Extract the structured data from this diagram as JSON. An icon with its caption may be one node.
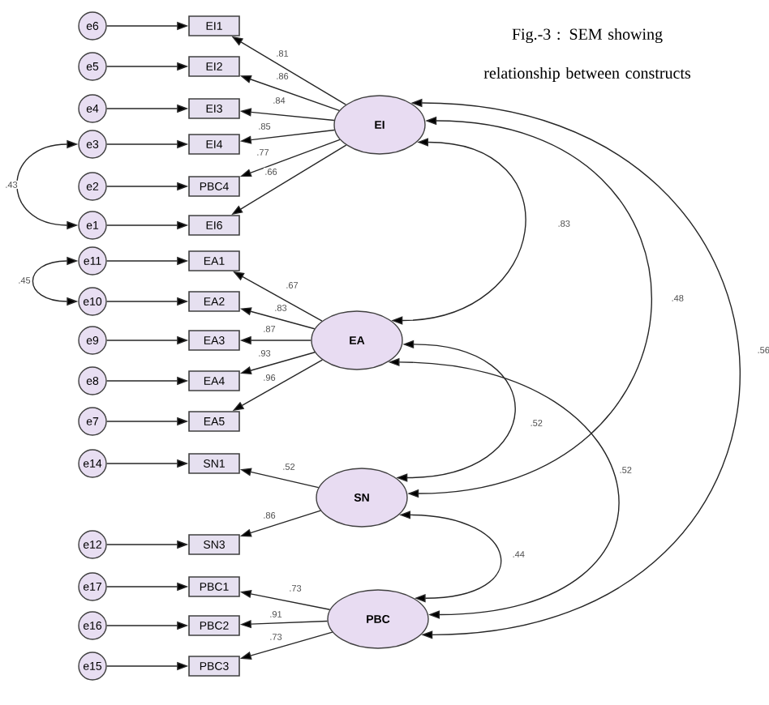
{
  "diagram": {
    "title": "Fig.-3 : SEM showing relationship between constructs",
    "nodes": [
      {
        "text": [
          "e6"
        ]
      },
      {
        "text": [
          "EI1"
        ]
      },
      {
        "text": [
          "e5"
        ]
      },
      {
        "text": [
          "EI2"
        ]
      },
      {
        "text": [
          "e4"
        ]
      },
      {
        "text": [
          "EI3"
        ]
      },
      {
        "text": [
          "e3"
        ]
      },
      {
        "text": [
          "EI4"
        ]
      },
      {
        "text": [
          "e2"
        ]
      },
      {
        "text": [
          "PBC4"
        ]
      },
      {
        "text": [
          "e1"
        ]
      },
      {
        "text": [
          "EI6"
        ]
      },
      {
        "text": [
          "e11"
        ]
      },
      {
        "text": [
          "EA1"
        ]
      },
      {
        "text": [
          "e10"
        ]
      },
      {
        "text": [
          "EA2"
        ]
      },
      {
        "text": [
          "e9"
        ]
      },
      {
        "text": [
          "EA3"
        ]
      },
      {
        "text": [
          "e8"
        ]
      },
      {
        "text": [
          "EA4"
        ]
      },
      {
        "text": [
          "e7"
        ]
      },
      {
        "text": [
          "EA5"
        ]
      },
      {
        "text": [
          "e14"
        ]
      },
      {
        "text": [
          "SN1"
        ]
      },
      {
        "text": [
          "e12"
        ]
      },
      {
        "text": [
          "SN3"
        ]
      },
      {
        "text": [
          "e17"
        ]
      },
      {
        "text": [
          "PBC1"
        ]
      },
      {
        "text": [
          "e16"
        ]
      },
      {
        "text": [
          "PBC2"
        ]
      },
      {
        "text": [
          "e15"
        ]
      },
      {
        "text": [
          "PBC3"
        ]
      },
      {
        "text": [
          "EI"
        ]
      },
      {
        "text": [
          "EA"
        ]
      },
      {
        "text": [
          "SN"
        ]
      },
      {
        "text": [
          "PBC"
        ]
      }
    ],
    "edges": [
      {
        "from": 0,
        "to": 1,
        "arrow": "to"
      },
      {
        "from": 2,
        "to": 3,
        "arrow": "to"
      },
      {
        "from": 4,
        "to": 5,
        "arrow": "to"
      },
      {
        "from": 6,
        "to": 7,
        "arrow": "to"
      },
      {
        "from": 8,
        "to": 9,
        "arrow": "to"
      },
      {
        "from": 10,
        "to": 11,
        "arrow": "to"
      },
      {
        "from": 12,
        "to": 13,
        "arrow": "to"
      },
      {
        "from": 14,
        "to": 15,
        "arrow": "to"
      },
      {
        "from": 16,
        "to": 17,
        "arrow": "to"
      },
      {
        "from": 18,
        "to": 19,
        "arrow": "to"
      },
      {
        "from": 20,
        "to": 21,
        "arrow": "to"
      },
      {
        "from": 22,
        "to": 23,
        "arrow": "to"
      },
      {
        "from": 24,
        "to": 25,
        "arrow": "to"
      },
      {
        "from": 26,
        "to": 27,
        "arrow": "to"
      },
      {
        "from": 28,
        "to": 29,
        "arrow": "to"
      },
      {
        "from": 30,
        "to": 31,
        "arrow": "to"
      },
      {
        "from": 32,
        "to": 1,
        "arrow": "to",
        "label": ".81"
      },
      {
        "from": 32,
        "to": 3,
        "arrow": "to",
        "label": ".86"
      },
      {
        "from": 32,
        "to": 5,
        "arrow": "to",
        "label": ".84"
      },
      {
        "from": 32,
        "to": 7,
        "arrow": "to",
        "label": ".85"
      },
      {
        "from": 32,
        "to": 9,
        "arrow": "to",
        "label": ".77"
      },
      {
        "from": 32,
        "to": 11,
        "arrow": "to",
        "label": ".66"
      },
      {
        "from": 33,
        "to": 13,
        "arrow": "to",
        "label": ".67"
      },
      {
        "from": 33,
        "to": 15,
        "arrow": "to",
        "label": ".83"
      },
      {
        "from": 33,
        "to": 17,
        "arrow": "to",
        "label": ".87"
      },
      {
        "from": 33,
        "to": 19,
        "arrow": "to",
        "label": ".93"
      },
      {
        "from": 33,
        "to": 21,
        "arrow": "to",
        "label": ".96"
      },
      {
        "from": 34,
        "to": 23,
        "arrow": "to",
        "label": ".52"
      },
      {
        "from": 34,
        "to": 25,
        "arrow": "to",
        "label": ".86"
      },
      {
        "from": 35,
        "to": 27,
        "arrow": "to",
        "label": ".73"
      },
      {
        "from": 35,
        "to": 29,
        "arrow": "to",
        "label": ".91"
      },
      {
        "from": 35,
        "to": 31,
        "arrow": "to",
        "label": ".73"
      },
      {
        "from": 6,
        "to": 10,
        "arrow": "both",
        "label": ".43"
      },
      {
        "from": 12,
        "to": 14,
        "arrow": "both",
        "label": ".45"
      },
      {
        "from": 32,
        "to": 33,
        "arrow": "both",
        "label": ".83"
      },
      {
        "from": 32,
        "to": 34,
        "arrow": "both",
        "label": ".48"
      },
      {
        "from": 32,
        "to": 35,
        "arrow": "both",
        "label": ".56"
      },
      {
        "from": 33,
        "to": 34,
        "arrow": "both",
        "label": ".52"
      },
      {
        "from": 33,
        "to": 35,
        "arrow": "both",
        "label": ".52"
      },
      {
        "from": 34,
        "to": 35,
        "arrow": "both",
        "label": ".44"
      }
    ]
  }
}
